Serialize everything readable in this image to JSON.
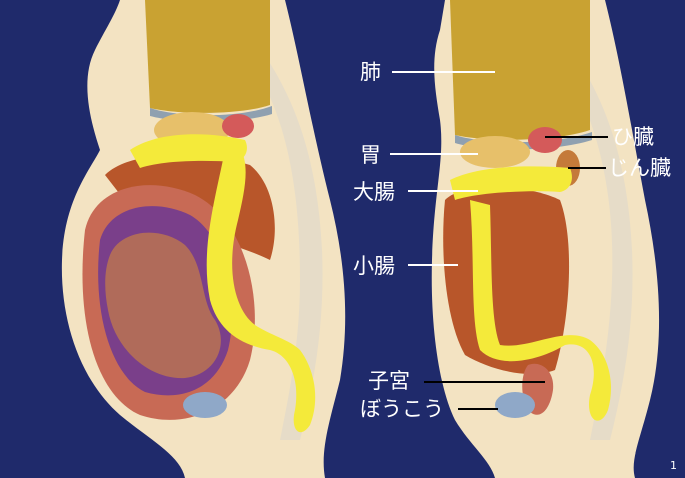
{
  "labels": {
    "lung": "肺",
    "spleen": "ひ臓",
    "stomach": "胃",
    "kidney": "じん臓",
    "large_intestine": "大腸",
    "small_intestine": "小腸",
    "uterus": "子宮",
    "bladder": "ぼうこう"
  },
  "page_number": "1",
  "colors": {
    "background": "#1f2a6b",
    "body": "#f3e3c2",
    "lung": "#c9a232",
    "intestine_yellow": "#f4ea3a",
    "bowel": "#b8562a",
    "uterus": "#c86a55",
    "bladder": "#8fa8c8",
    "label_text": "#ffffff"
  }
}
